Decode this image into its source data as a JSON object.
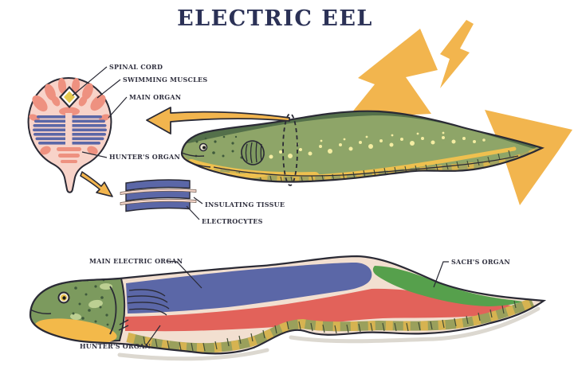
{
  "title": "ELECTRIC EEL",
  "cross_section": {
    "description": "eel body cross section",
    "labels": {
      "spinal_cord": "SPINAL CORD",
      "swimming_muscles": "SWIMMING MUSCLES",
      "main_organ": "MAIN ORGAN",
      "hunters_organ": "HUNTER'S ORGAN"
    }
  },
  "tissue_detail": {
    "description": "stack of electrocyte layers",
    "labels": {
      "insulating_tissue": "INSULATING TISSUE",
      "electrocytes": "ELECTROCYTES"
    }
  },
  "anatomy": {
    "description": "side cutaway of electric organs",
    "labels": {
      "main_electric_organ": "MAIN ELECTRIC ORGAN",
      "sachs_organ": "SACH'S ORGAN",
      "hunters_organ": "HUNTER'S ORGAN"
    }
  },
  "icons": [
    "lightning-bolt-icon",
    "arrow-left-icon",
    "arrow-down-icon",
    "cross-section-marker"
  ],
  "colors": {
    "title": "#2b3156",
    "label_text": "#2f2f3e",
    "outline": "#2a2a35",
    "pink_light": "#f8d3c9",
    "salmon": "#ee9180",
    "organ_blue": "#5b67a7",
    "organ_red": "#e2625a",
    "organ_green": "#56a04c",
    "eel_green": "#8ea568",
    "eel_dark_green": "#54704a",
    "belly_yellow": "#eec04f",
    "fin_olive": "#a2a35f",
    "lightning_yellow": "#f2b54e"
  }
}
